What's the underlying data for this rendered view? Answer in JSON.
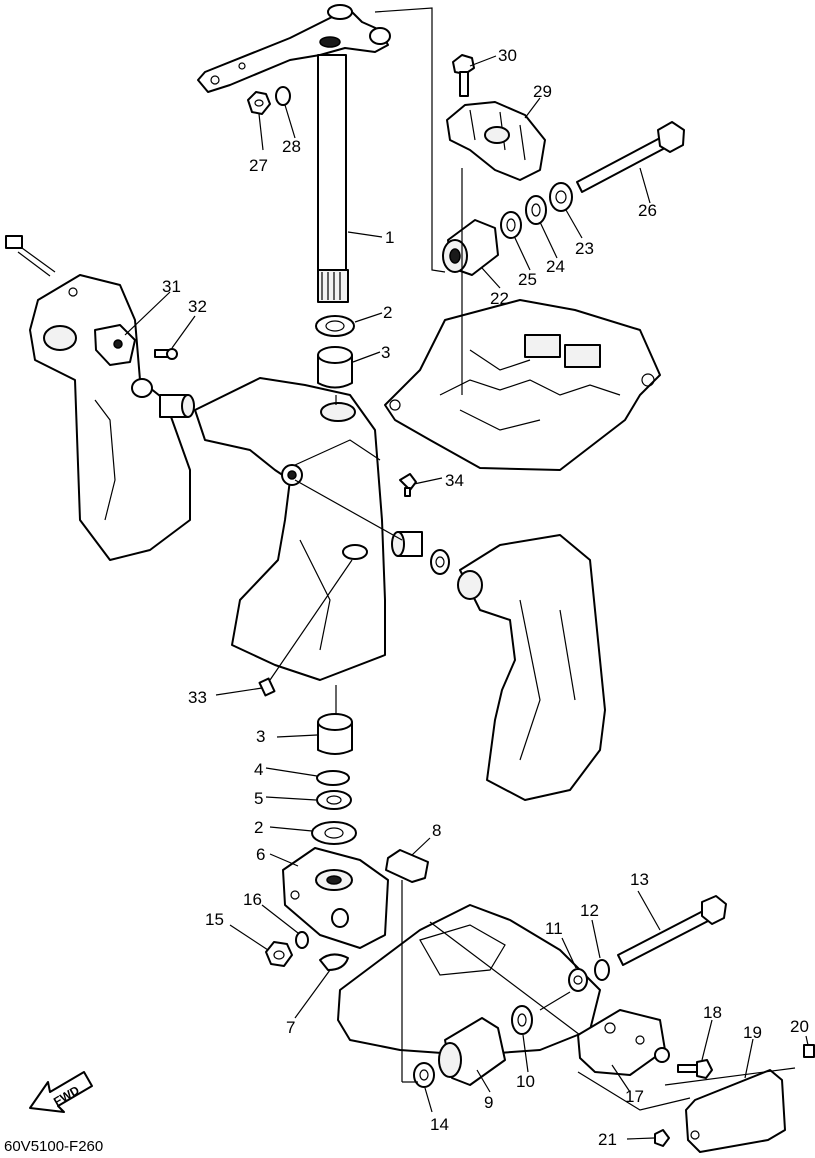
{
  "diagram": {
    "drawing_code": "60V5100-F260",
    "direction_label": "FWD",
    "callouts": [
      "1",
      "2",
      "3",
      "2",
      "3",
      "4",
      "5",
      "6",
      "7",
      "8",
      "9",
      "10",
      "11",
      "12",
      "13",
      "14",
      "15",
      "16",
      "17",
      "18",
      "19",
      "20",
      "21",
      "22",
      "23",
      "24",
      "25",
      "26",
      "27",
      "28",
      "29",
      "30",
      "31",
      "32",
      "33",
      "34"
    ]
  }
}
